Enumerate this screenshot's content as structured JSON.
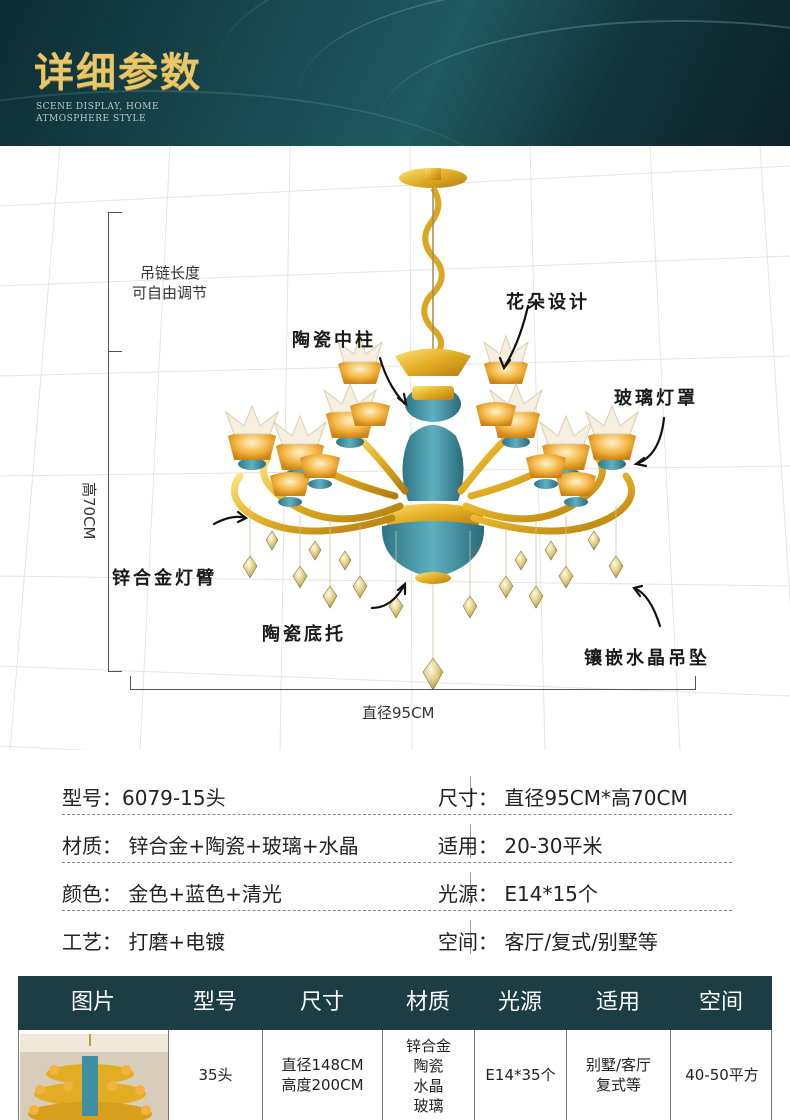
{
  "banner": {
    "title": "详细参数",
    "subtitle": "SCENE DISPLAY, HOME ATMOSPHERE STYLE"
  },
  "dimensions": {
    "chain_label_1": "吊链长度",
    "chain_label_2": "可自由调节",
    "height_label": "高70CM",
    "diameter_label": "直径95CM"
  },
  "callouts": {
    "ceramic_column": "陶瓷中柱",
    "flower_design": "花朵设计",
    "glass_shade": "玻璃灯罩",
    "zinc_arm": "锌合金灯臂",
    "ceramic_base": "陶瓷底托",
    "crystal_pendant": "镶嵌水晶吊坠"
  },
  "specs": [
    {
      "left": "型号：6079-15头",
      "right": "尺寸：  直径95CM*高70CM"
    },
    {
      "left": "材质：  锌合金+陶瓷+玻璃+水晶",
      "right": "适用：  20-30平米"
    },
    {
      "left": "颜色：  金色+蓝色+清光",
      "right": "光源：  E14*15个"
    },
    {
      "left": "工艺：  打磨+电镀",
      "right": "空间：  客厅/复式/别墅等"
    }
  ],
  "table": {
    "headers": [
      "图片",
      "型号",
      "尺寸",
      "材质",
      "光源",
      "适用",
      "空间"
    ],
    "row": {
      "model": "35头",
      "size_1": "直径148CM",
      "size_2": "高度200CM",
      "material_1": "锌合金",
      "material_2": "陶瓷",
      "material_3": "水晶",
      "material_4": "玻璃",
      "light": "E14*35个",
      "usage_1": "别墅/客厅",
      "usage_2": "复式等",
      "space": "40-50平方"
    }
  },
  "colors": {
    "banner_bg": "#184a52",
    "title_gold": "#e8c66a",
    "table_head": "#1c3d44",
    "lamp_gold": "#e5b52c",
    "lamp_blue": "#3f8fa0",
    "lamp_amber": "#f0a733"
  }
}
